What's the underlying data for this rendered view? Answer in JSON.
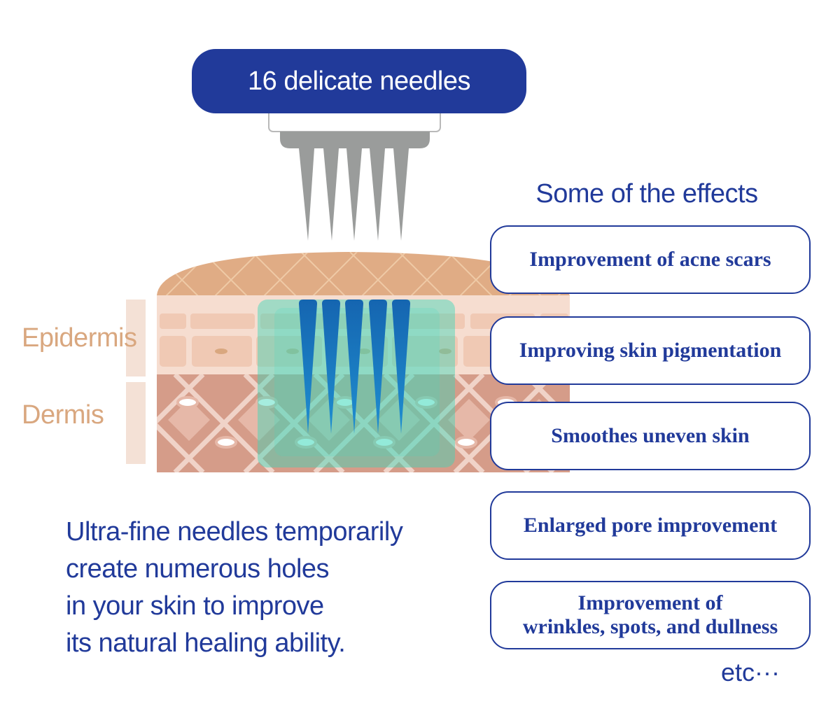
{
  "needle_label": "16 delicate needles",
  "layers": {
    "epidermis": "Epidermis",
    "dermis": "Dermis"
  },
  "effects": {
    "heading": "Some of the effects",
    "items": [
      {
        "lines": [
          "Improvement of acne scars"
        ]
      },
      {
        "lines": [
          "Improving skin pigmentation"
        ]
      },
      {
        "lines": [
          "Smoothes uneven skin"
        ]
      },
      {
        "lines": [
          "Enlarged pore improvement"
        ]
      },
      {
        "lines": [
          "Improvement of",
          "wrinkles, spots, and dullness"
        ]
      }
    ],
    "etc": "etc···"
  },
  "description": {
    "lines": [
      "Ultra-fine needles temporarily",
      "create numerous holes",
      "in your skin to improve",
      "its natural healing ability."
    ]
  },
  "colors": {
    "brand_blue": "#213a9a",
    "skin_tan": "#d9a77f",
    "needle_gray": "#9a9c9b",
    "needle_blue": "#1a6fb8",
    "treatment_teal": "#45d8b8"
  }
}
